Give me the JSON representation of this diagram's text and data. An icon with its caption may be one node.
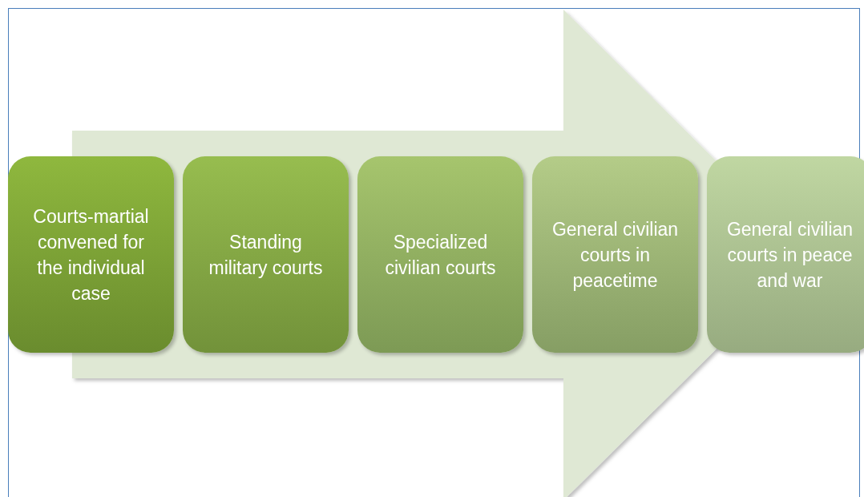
{
  "diagram": {
    "nodes": [
      {
        "text": [
          "Courts-martial convened for the individual case"
        ]
      },
      {
        "text": [
          "Standing military courts"
        ]
      },
      {
        "text": [
          "Specialized civilian courts"
        ]
      },
      {
        "text": [
          "General civilian courts in peacetime"
        ]
      },
      {
        "text": [
          "General civilian courts in peace and war"
        ]
      }
    ],
    "edges": [
      {
        "from": 0,
        "to": 4,
        "arrow": "to"
      }
    ]
  }
}
